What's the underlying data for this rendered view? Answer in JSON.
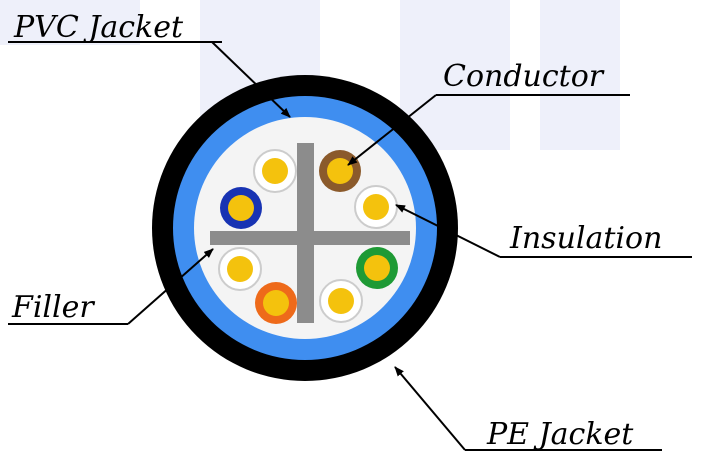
{
  "labels": {
    "pvc_jacket": "PVC Jacket",
    "conductor": "Conductor",
    "insulation": "Insulation",
    "filler": "Filler",
    "pe_jacket": "PE Jacket"
  },
  "colors": {
    "pe_jacket": "#000000",
    "pvc_jacket": "#3f8ef0",
    "core": "#f4f4f4",
    "filler": "#8c8c8c",
    "conductor": "#f4c20d",
    "insulation_plain": "#ffffff",
    "pair_brown": "#8b5a2b",
    "pair_blue": "#1833b3",
    "pair_green": "#1e9a35",
    "pair_orange": "#ee6a1a",
    "background_blocks": "#eef0fa"
  },
  "cable": {
    "conductor_count": 8,
    "insulation_colors": [
      "white",
      "brown",
      "white",
      "green",
      "white",
      "orange",
      "white",
      "blue"
    ]
  }
}
